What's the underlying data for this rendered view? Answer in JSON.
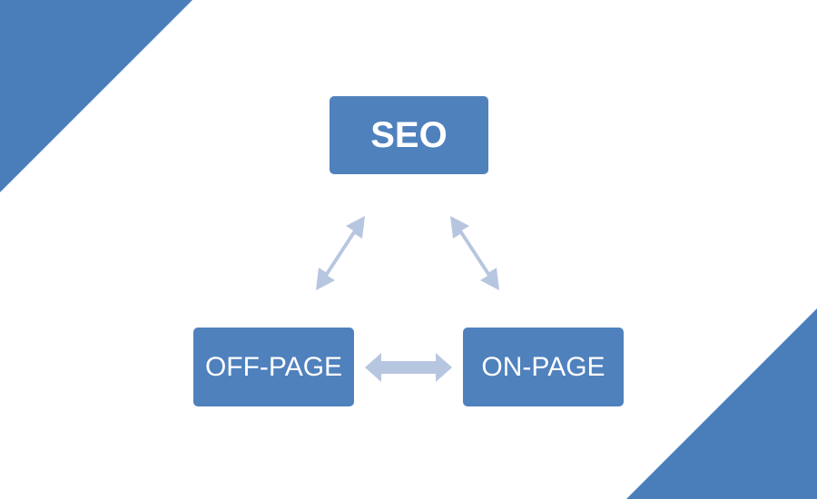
{
  "colors": {
    "background": "#ffffff",
    "accent": "#4a7ebb",
    "node_fill": "#4f81bd",
    "arrow_fill": "#b7c6e0"
  },
  "nodes": {
    "seo": {
      "label": "SEO"
    },
    "off_page": {
      "label": "OFF-PAGE"
    },
    "on_page": {
      "label": "ON-PAGE"
    }
  },
  "connections": [
    {
      "from": "seo",
      "to": "off_page",
      "type": "bidirectional"
    },
    {
      "from": "seo",
      "to": "on_page",
      "type": "bidirectional"
    },
    {
      "from": "off_page",
      "to": "on_page",
      "type": "bidirectional"
    }
  ]
}
